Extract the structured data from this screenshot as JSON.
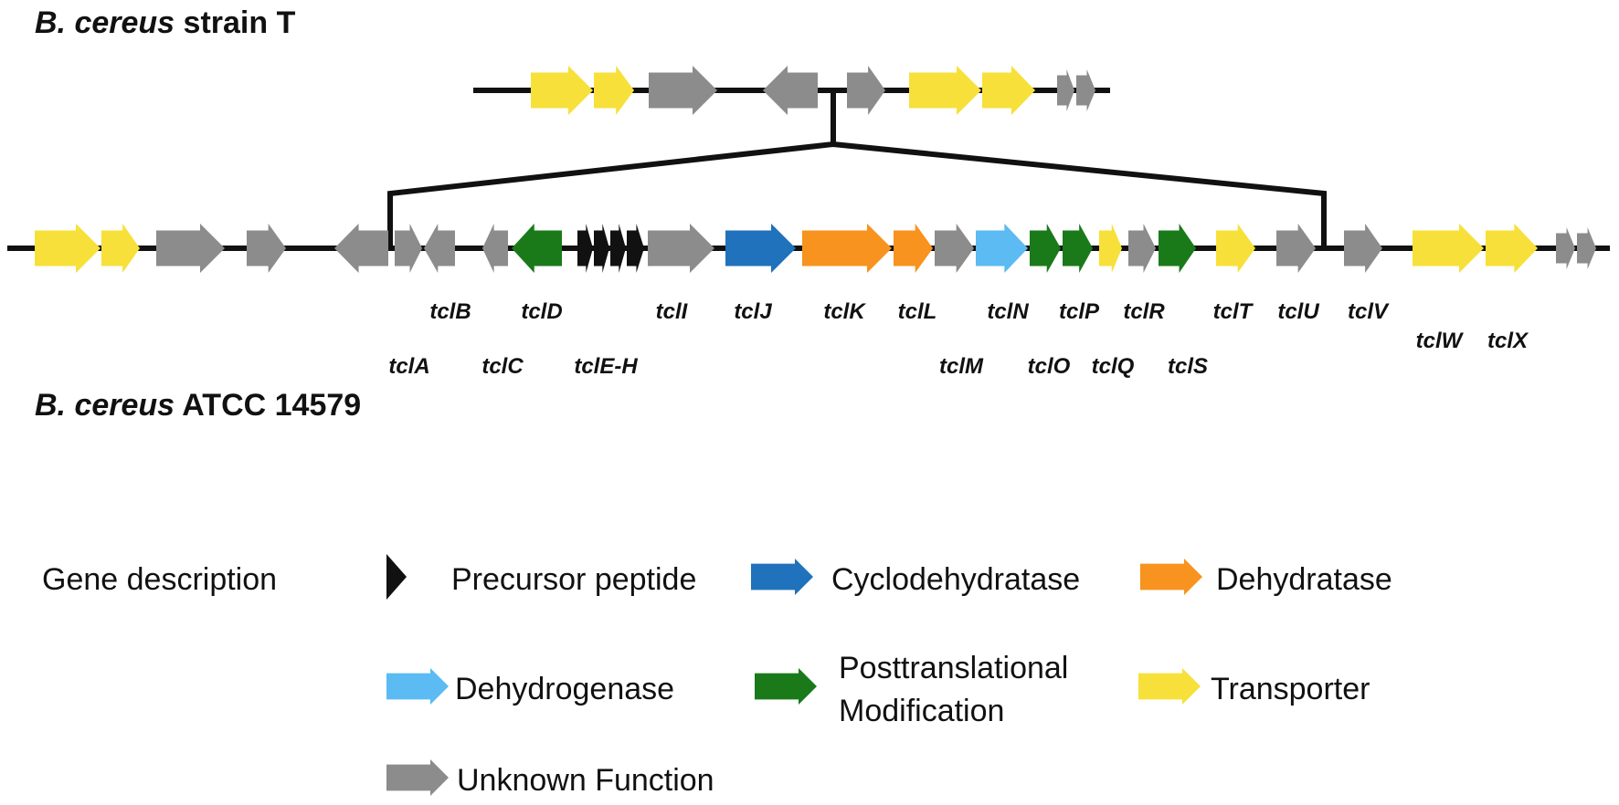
{
  "titles": {
    "strain_t": {
      "species": "B. cereus",
      "strain": "strain T"
    },
    "atcc": {
      "species": "B. cereus",
      "strain": "ATCC 14579"
    }
  },
  "colors": {
    "precursor": "#111111",
    "cyclodehydratase": "#1f72bb",
    "dehydratase": "#f7931e",
    "dehydrogenase": "#5bbbf2",
    "ptm": "#1a7a1a",
    "transporter": "#f7e03a",
    "unknown": "#8c8c8c"
  },
  "genes": {
    "tclA": "tclA",
    "tclB": "tclB",
    "tclC": "tclC",
    "tclD": "tclD",
    "tclEH": "tclE-H",
    "tclI": "tclI",
    "tclJ": "tclJ",
    "tclK": "tclK",
    "tclL": "tclL",
    "tclM": "tclM",
    "tclN": "tclN",
    "tclO": "tclO",
    "tclP": "tclP",
    "tclQ": "tclQ",
    "tclR": "tclR",
    "tclS": "tclS",
    "tclT": "tclT",
    "tclU": "tclU",
    "tclV": "tclV",
    "tclW": "tclW",
    "tclX": "tclX"
  },
  "legend": {
    "heading": "Gene description",
    "precursor": "Precursor peptide",
    "cyclodehydratase": "Cyclodehydratase",
    "dehydratase": "Dehydratase",
    "dehydrogenase": "Dehydrogenase",
    "ptm_line1": "Posttranslational",
    "ptm_line2": "Modification",
    "transporter": "Transporter",
    "unknown": "Unknown Function"
  }
}
